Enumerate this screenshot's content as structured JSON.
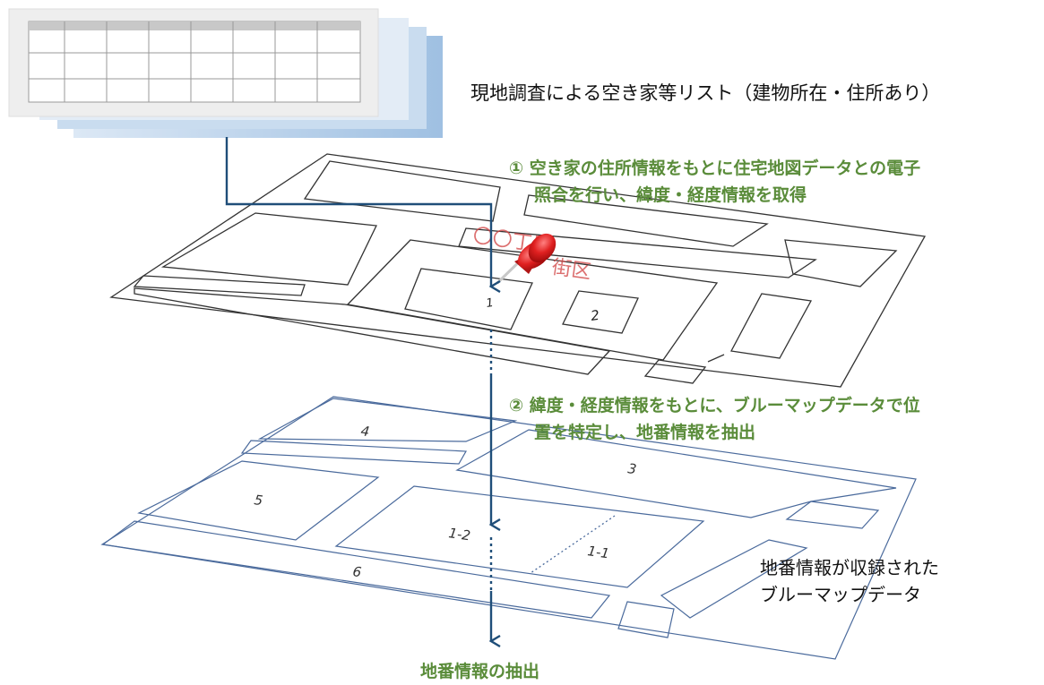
{
  "labels": {
    "list_caption": "現地調査による空き家等リスト（建物所在・住所あり）",
    "step1_line1": "① 空き家の住所情報をもとに住宅地図データとの電子",
    "step1_line2": "照合を行い、緯度・経度情報を取得",
    "step2_line1": "② 緯度・経度情報をもとに、ブルーマップデータで位",
    "step2_line2": "置を特定し、地番情報を抽出",
    "bluemap_line1": "地番情報が収録された",
    "bluemap_line2": "ブルーマップデータ",
    "result": "地番情報の抽出"
  },
  "house_map": {
    "block_text_line1": "〇〇丁目",
    "block_text_line2": "街区",
    "lot_1": "1",
    "lot_2": "2"
  },
  "blue_map": {
    "lot_4": "4",
    "lot_3": "3",
    "lot_5": "5",
    "lot_1_2": "1-2",
    "lot_1_1": "1-1",
    "lot_6": "6"
  },
  "colors": {
    "arrow": "#1f4e79",
    "step_text": "#5a8c3a",
    "house_map_line": "#333333",
    "blue_map_line": "#4a6a9c",
    "pin": "#e02020",
    "block_text": "#d04040"
  },
  "icons": {
    "pin": "push-pin-icon",
    "list": "spreadsheet-stack-icon"
  }
}
